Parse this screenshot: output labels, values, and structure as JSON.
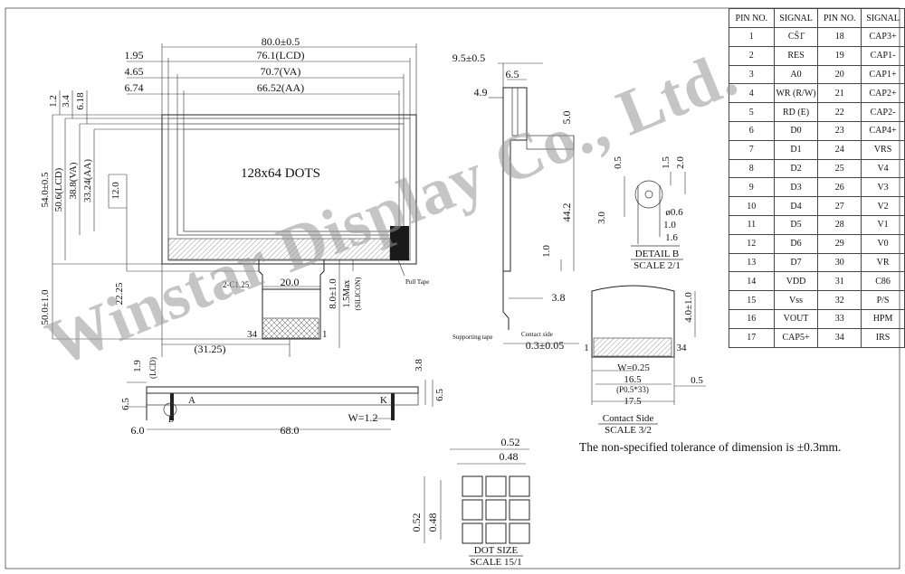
{
  "main_view": {
    "dims_top": [
      "80.0±0.5",
      "76.1(LCD)",
      "70.7(VA)",
      "66.52(AA)",
      "1.95",
      "4.65",
      "6.74"
    ],
    "dims_left": [
      "1.2",
      "3.4",
      "6.18",
      "54.0±0.5",
      "50.6(LCD)",
      "38.8(VA)",
      "33.24(AA)",
      "12.0",
      "22.25",
      "50.0±1.0"
    ],
    "display_label": "128x64 DOTS",
    "fpc": [
      "2-C1.25",
      "20.0",
      "8.0±1.0",
      "1.5Max",
      "(SILICON)",
      "34",
      "1",
      "(31.25)"
    ],
    "pull_tape": "Pull Tape"
  },
  "side_view": {
    "dims": [
      "9.5±0.5",
      "6.5",
      "4.9",
      "5.0",
      "44.2",
      "1.0",
      "3.8",
      "0.3±0.05"
    ],
    "supporting_tape": "Supporting tape",
    "contact_side": "Contact side"
  },
  "detail_b": {
    "dims": [
      "0.5",
      "1.5",
      "2.0",
      "3.0",
      "ø0.6",
      "1.0",
      "1.6"
    ],
    "label": "DETAIL B",
    "scale": "SCALE 2/1"
  },
  "contact_side_view": {
    "pin_left": "1",
    "pin_right": "34",
    "dims": [
      "4.0±1.0",
      "W=0.25",
      "16.5",
      "(P0.5*33)",
      "17.5",
      "0.5"
    ],
    "label": "Contact Side",
    "scale": "SCALE 3/2"
  },
  "bottom_view": {
    "dims": [
      "1.9",
      "(LCD)",
      "6.5",
      "6.0",
      "68.0",
      "W=1.2",
      "3.8",
      "6.5"
    ],
    "anode": "A",
    "cathode": "K",
    "marker": "B"
  },
  "dot_size": {
    "dims": [
      "0.52",
      "0.48",
      "0.52",
      "0.48"
    ],
    "label": "DOT SIZE",
    "scale": "SCALE 15/1"
  },
  "tolerance_note": "The non-specified tolerance of dimension is  ±0.3mm.",
  "watermark": "Winstar Display Co., Ltd.",
  "pin_table": {
    "headers": [
      "PIN NO.",
      "SIGNAL",
      "PIN NO.",
      "SIGNAL"
    ],
    "rows": [
      [
        "1",
        "CS̄1̄",
        "18",
        "CAP3+"
      ],
      [
        "2",
        "RES",
        "19",
        "CAP1-"
      ],
      [
        "3",
        "A0",
        "20",
        "CAP1+"
      ],
      [
        "4",
        "WR (R/W)",
        "21",
        "CAP2+"
      ],
      [
        "5",
        "RD (E)",
        "22",
        "CAP2-"
      ],
      [
        "6",
        "D0",
        "23",
        "CAP4+"
      ],
      [
        "7",
        "D1",
        "24",
        "VRS"
      ],
      [
        "8",
        "D2",
        "25",
        "V4"
      ],
      [
        "9",
        "D3",
        "26",
        "V3"
      ],
      [
        "10",
        "D4",
        "27",
        "V2"
      ],
      [
        "11",
        "D5",
        "28",
        "V1"
      ],
      [
        "12",
        "D6",
        "29",
        "V0"
      ],
      [
        "13",
        "D7",
        "30",
        "VR"
      ],
      [
        "14",
        "VDD",
        "31",
        "C86"
      ],
      [
        "15",
        "Vss",
        "32",
        "P/S"
      ],
      [
        "16",
        "VOUT",
        "33",
        "HPM"
      ],
      [
        "17",
        "CAP5+",
        "34",
        "IRS"
      ]
    ]
  }
}
